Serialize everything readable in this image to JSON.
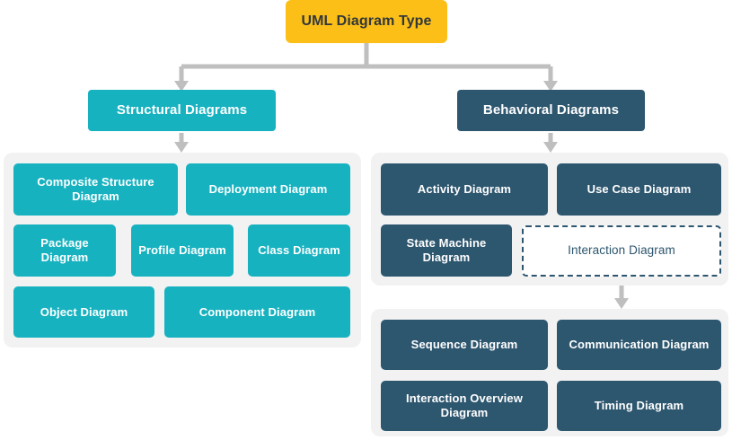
{
  "diagram": {
    "title": "UML Diagram Type",
    "root": {
      "label": "UML Diagram Type",
      "color": "#FBBF18",
      "text_color": "#32373b"
    },
    "branches": [
      {
        "label": "Structural Diagrams",
        "color": "#17B2C0",
        "children": [
          "Composite Structure Diagram",
          "Deployment Diagram",
          "Package Diagram",
          "Profile Diagram",
          "Class Diagram",
          "Object Diagram",
          "Component Diagram"
        ]
      },
      {
        "label": "Behavioral Diagrams",
        "color": "#2D566F",
        "children": [
          "Activity Diagram",
          "Use Case Diagram",
          "State Machine Diagram",
          "Interaction Diagram"
        ],
        "sub_branch": {
          "label": "Interaction Diagram",
          "style": "dashed",
          "children": [
            "Sequence Diagram",
            "Communication Diagram",
            "Interaction Overview Diagram",
            "Timing Diagram"
          ]
        }
      }
    ],
    "colors": {
      "root": "#FBBF18",
      "structural": "#17B2C0",
      "behavioral": "#2D566F",
      "panel": "#F2F2F2",
      "connector": "#BFBFBF",
      "background": "#FFFFFF"
    }
  }
}
